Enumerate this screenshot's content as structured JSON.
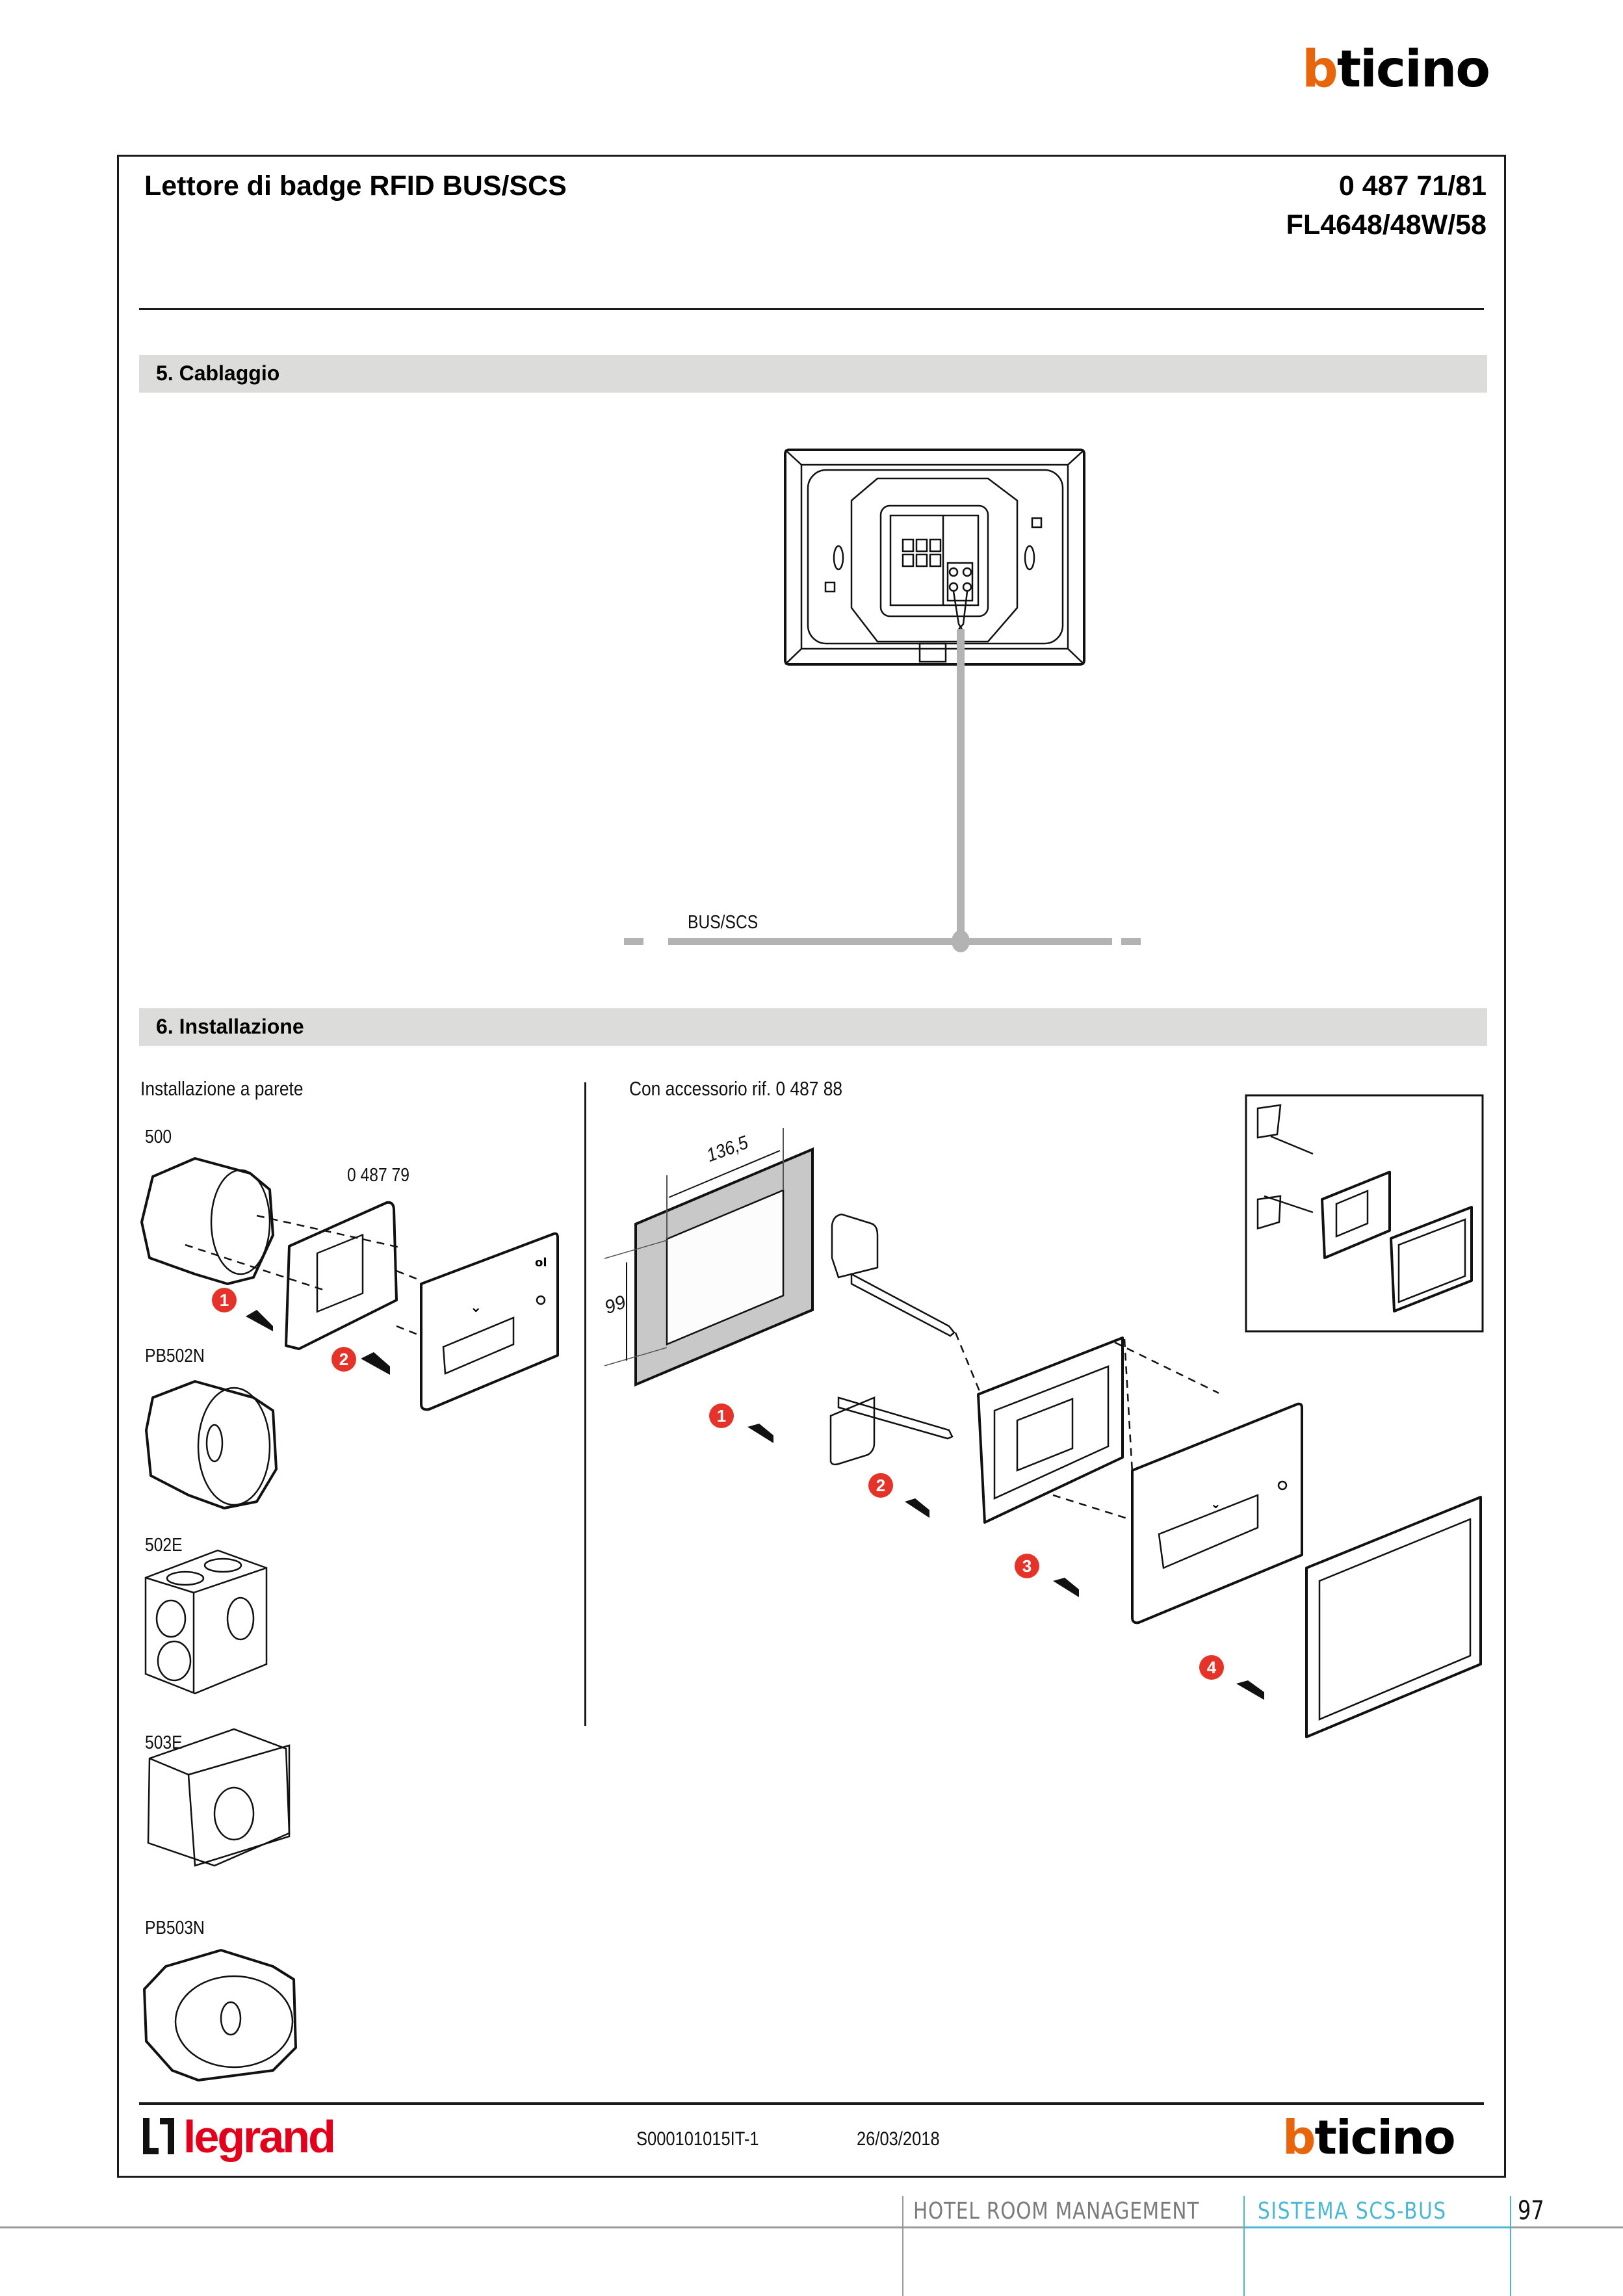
{
  "brand": {
    "top_logo": {
      "b": "b",
      "rest": "ticino"
    },
    "footer_logo_left": "legrand",
    "footer_logo_right": {
      "b": "b",
      "rest": "ticino"
    },
    "colors": {
      "bticino_orange": "#e8650c",
      "legrand_red": "#e3001b",
      "badge_red": "#e53329",
      "section_gray": "#dcdcdb",
      "bus_gray": "#b3b3b3",
      "footer_blue": "#4bb8d3"
    }
  },
  "header": {
    "title": "Lettore di badge RFID BUS/SCS",
    "code_line1": "0 487 71/81",
    "code_line2": "FL4648/48W/58"
  },
  "sections": {
    "wiring": {
      "heading": "5. Cablaggio",
      "bus_label": "BUS/SCS"
    },
    "installation": {
      "heading": "6. Installazione",
      "left_title": "Installazione a parete",
      "right_title": "Con accessorio rif. 0 487 88",
      "plate_ref": "0 487 79",
      "boxes": [
        "500",
        "PB502N",
        "502E",
        "503E",
        "PB503N"
      ],
      "dimensions": {
        "width": "136,5",
        "height": "99"
      },
      "left_steps": [
        "1",
        "2"
      ],
      "right_steps": [
        "1",
        "2",
        "3",
        "4"
      ]
    }
  },
  "footer": {
    "doc_code": "S000101015IT-1",
    "date": "26/03/2018",
    "category": "HOTEL ROOM MANAGEMENT",
    "system": "SISTEMA SCS-BUS",
    "page_number": "97"
  }
}
